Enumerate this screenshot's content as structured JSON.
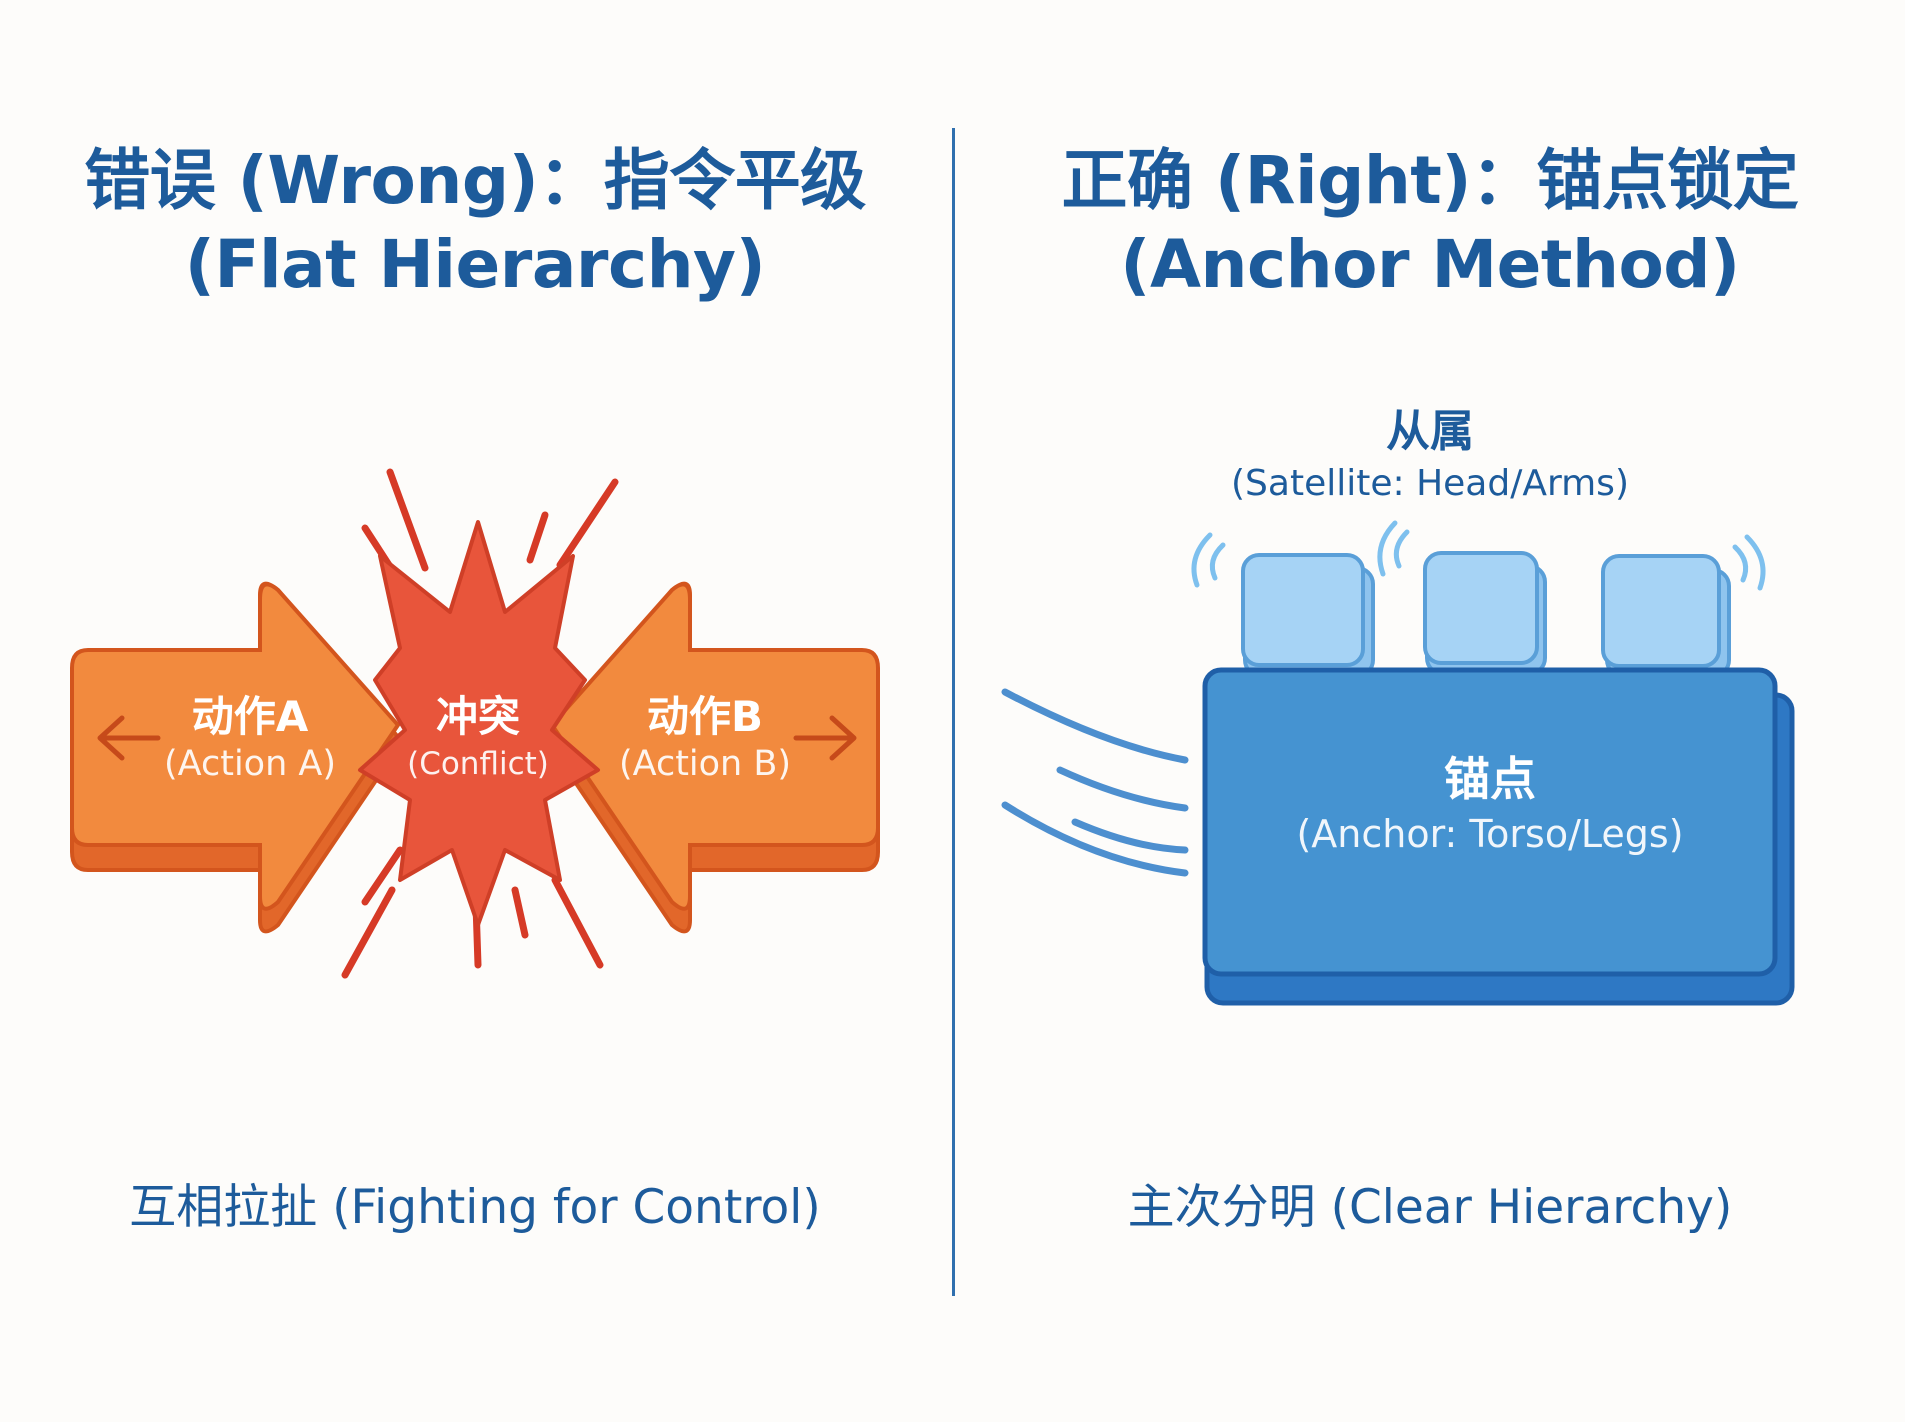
{
  "left": {
    "title_line1": "错误 (Wrong)：指令平级",
    "title_line2": "(Flat Hierarchy)",
    "action_a": {
      "cn": "动作A",
      "en": "(Action A)"
    },
    "conflict": {
      "cn": "冲突",
      "en": "(Conflict)"
    },
    "action_b": {
      "cn": "动作B",
      "en": "(Action B)"
    },
    "caption": "互相拉扯 (Fighting for Control)"
  },
  "right": {
    "title_line1": "正确 (Right)：锚点锁定",
    "title_line2": "(Anchor Method)",
    "satellite": {
      "cn": "从属",
      "en": "(Satellite: Head/Arms)"
    },
    "anchor": {
      "cn": "锚点",
      "en": "(Anchor: Torso/Legs)"
    },
    "caption": "主次分明 (Clear Hierarchy)"
  },
  "colors": {
    "title_blue": "#1d5b9b",
    "divider": "#2f6fae",
    "arrow_orange": "#f28a3e",
    "arrow_orange_dark": "#e2672a",
    "burst_red": "#e8553b",
    "burst_line": "#d63a26",
    "anchor_blue": "#4593d1",
    "anchor_blue_dark": "#2468b8",
    "satellite_blue": "#a6d3f5"
  }
}
